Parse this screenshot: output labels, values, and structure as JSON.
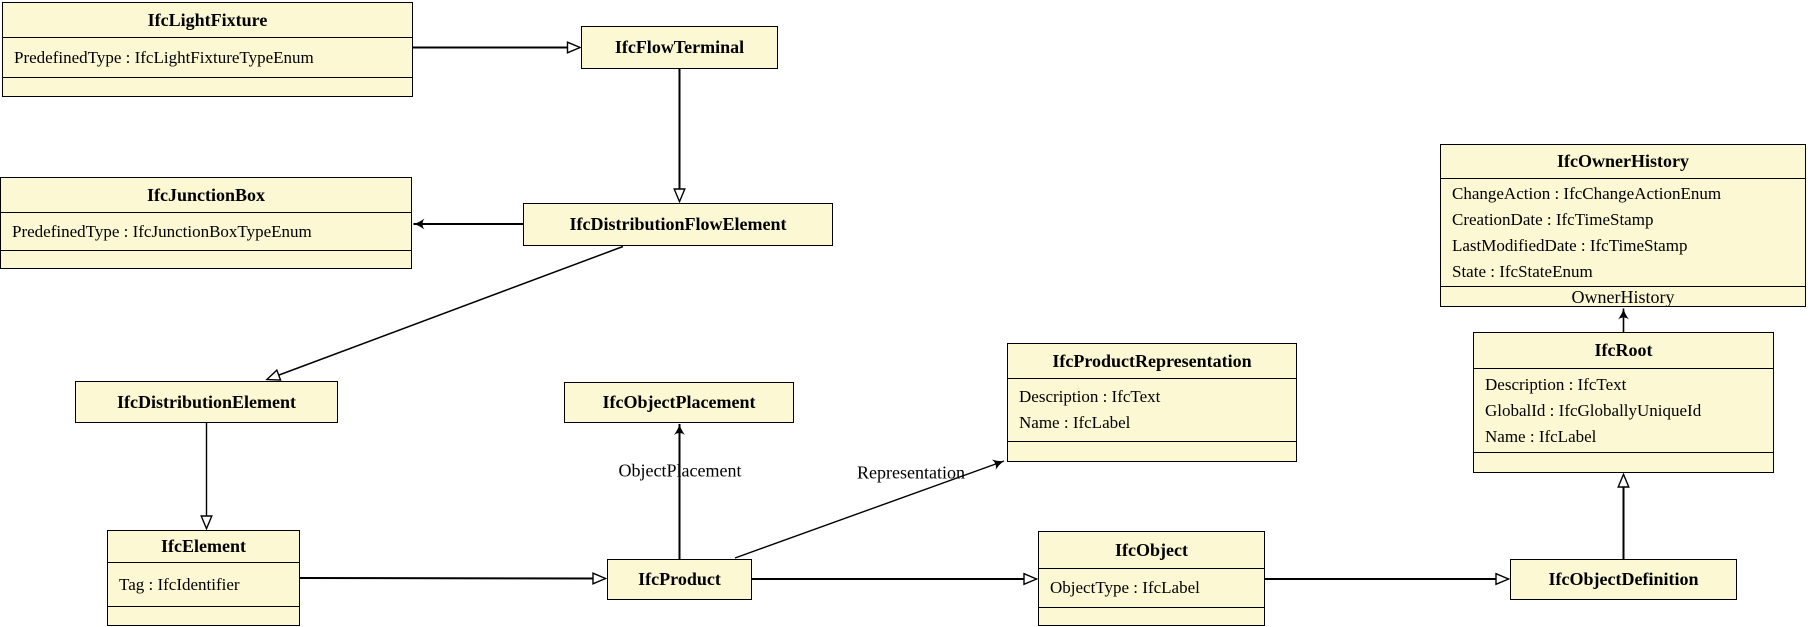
{
  "diagram": {
    "type": "uml-class-diagram",
    "background_color": "#FFFFFF",
    "node_fill_color": "#FBF8D3",
    "node_border_color": "#000000",
    "classes": [
      {
        "name": "IfcLightFixture",
        "attributes": [
          "PredefinedType : IfcLightFixtureTypeEnum"
        ]
      },
      {
        "name": "IfcFlowTerminal",
        "attributes": []
      },
      {
        "name": "IfcJunctionBox",
        "attributes": [
          "PredefinedType : IfcJunctionBoxTypeEnum"
        ]
      },
      {
        "name": "IfcDistributionFlowElement",
        "attributes": []
      },
      {
        "name": "IfcOwnerHistory",
        "attributes": [
          "ChangeAction : IfcChangeActionEnum",
          "CreationDate : IfcTimeStamp",
          "LastModifiedDate : IfcTimeStamp",
          "State : IfcStateEnum"
        ],
        "footer_label": "OwnerHistory"
      },
      {
        "name": "IfcDistributionElement",
        "attributes": []
      },
      {
        "name": "IfcObjectPlacement",
        "attributes": []
      },
      {
        "name": "IfcProductRepresentation",
        "attributes": [
          "Description : IfcText",
          "Name : IfcLabel"
        ]
      },
      {
        "name": "IfcRoot",
        "attributes": [
          "Description : IfcText",
          "GlobalId : IfcGloballyUniqueId",
          "Name : IfcLabel"
        ]
      },
      {
        "name": "IfcElement",
        "attributes": [
          "Tag : IfcIdentifier"
        ]
      },
      {
        "name": "IfcProduct",
        "attributes": []
      },
      {
        "name": "IfcObject",
        "attributes": [
          "ObjectType : IfcLabel"
        ]
      },
      {
        "name": "IfcObjectDefinition",
        "attributes": []
      }
    ],
    "edge_labels": {
      "object_placement": "ObjectPlacement",
      "representation": "Representation"
    },
    "edges": [
      {
        "from": "IfcLightFixture",
        "to": "IfcFlowTerminal",
        "style": "generalization"
      },
      {
        "from": "IfcFlowTerminal",
        "to": "IfcDistributionFlowElement",
        "style": "generalization"
      },
      {
        "from": "IfcDistributionFlowElement",
        "to": "IfcJunctionBox",
        "style": "reference-arrow"
      },
      {
        "from": "IfcDistributionFlowElement",
        "to": "IfcDistributionElement",
        "style": "generalization"
      },
      {
        "from": "IfcDistributionElement",
        "to": "IfcElement",
        "style": "generalization"
      },
      {
        "from": "IfcElement",
        "to": "IfcProduct",
        "style": "generalization"
      },
      {
        "from": "IfcProduct",
        "to": "IfcObjectPlacement",
        "style": "reference-arrow",
        "label": "ObjectPlacement"
      },
      {
        "from": "IfcProduct",
        "to": "IfcProductRepresentation",
        "style": "reference-arrow",
        "label": "Representation"
      },
      {
        "from": "IfcProduct",
        "to": "IfcObject",
        "style": "generalization"
      },
      {
        "from": "IfcObject",
        "to": "IfcObjectDefinition",
        "style": "generalization"
      },
      {
        "from": "IfcObjectDefinition",
        "to": "IfcRoot",
        "style": "generalization"
      },
      {
        "from": "IfcRoot",
        "to": "IfcOwnerHistory",
        "style": "reference-arrow",
        "label": "OwnerHistory"
      }
    ]
  }
}
